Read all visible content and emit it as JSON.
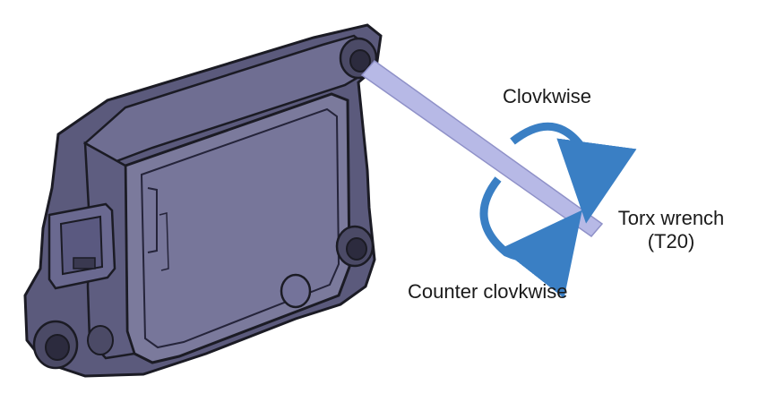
{
  "labels": {
    "clockwise": "Clovkwise",
    "counter_clockwise": "Counter clovkwise",
    "tool_name": "Torx wrench",
    "tool_size": "(T20)"
  },
  "colors": {
    "arrow": "#3a7fc4",
    "wrench": "#b7b9e6",
    "module_body": "#6b6a8c",
    "module_face": "#7b7a9c",
    "outline": "#1b1b24"
  },
  "icons": {
    "clockwise_arrow": "clockwise-arrow-icon",
    "counter_clockwise_arrow": "counter-clockwise-arrow-icon"
  }
}
